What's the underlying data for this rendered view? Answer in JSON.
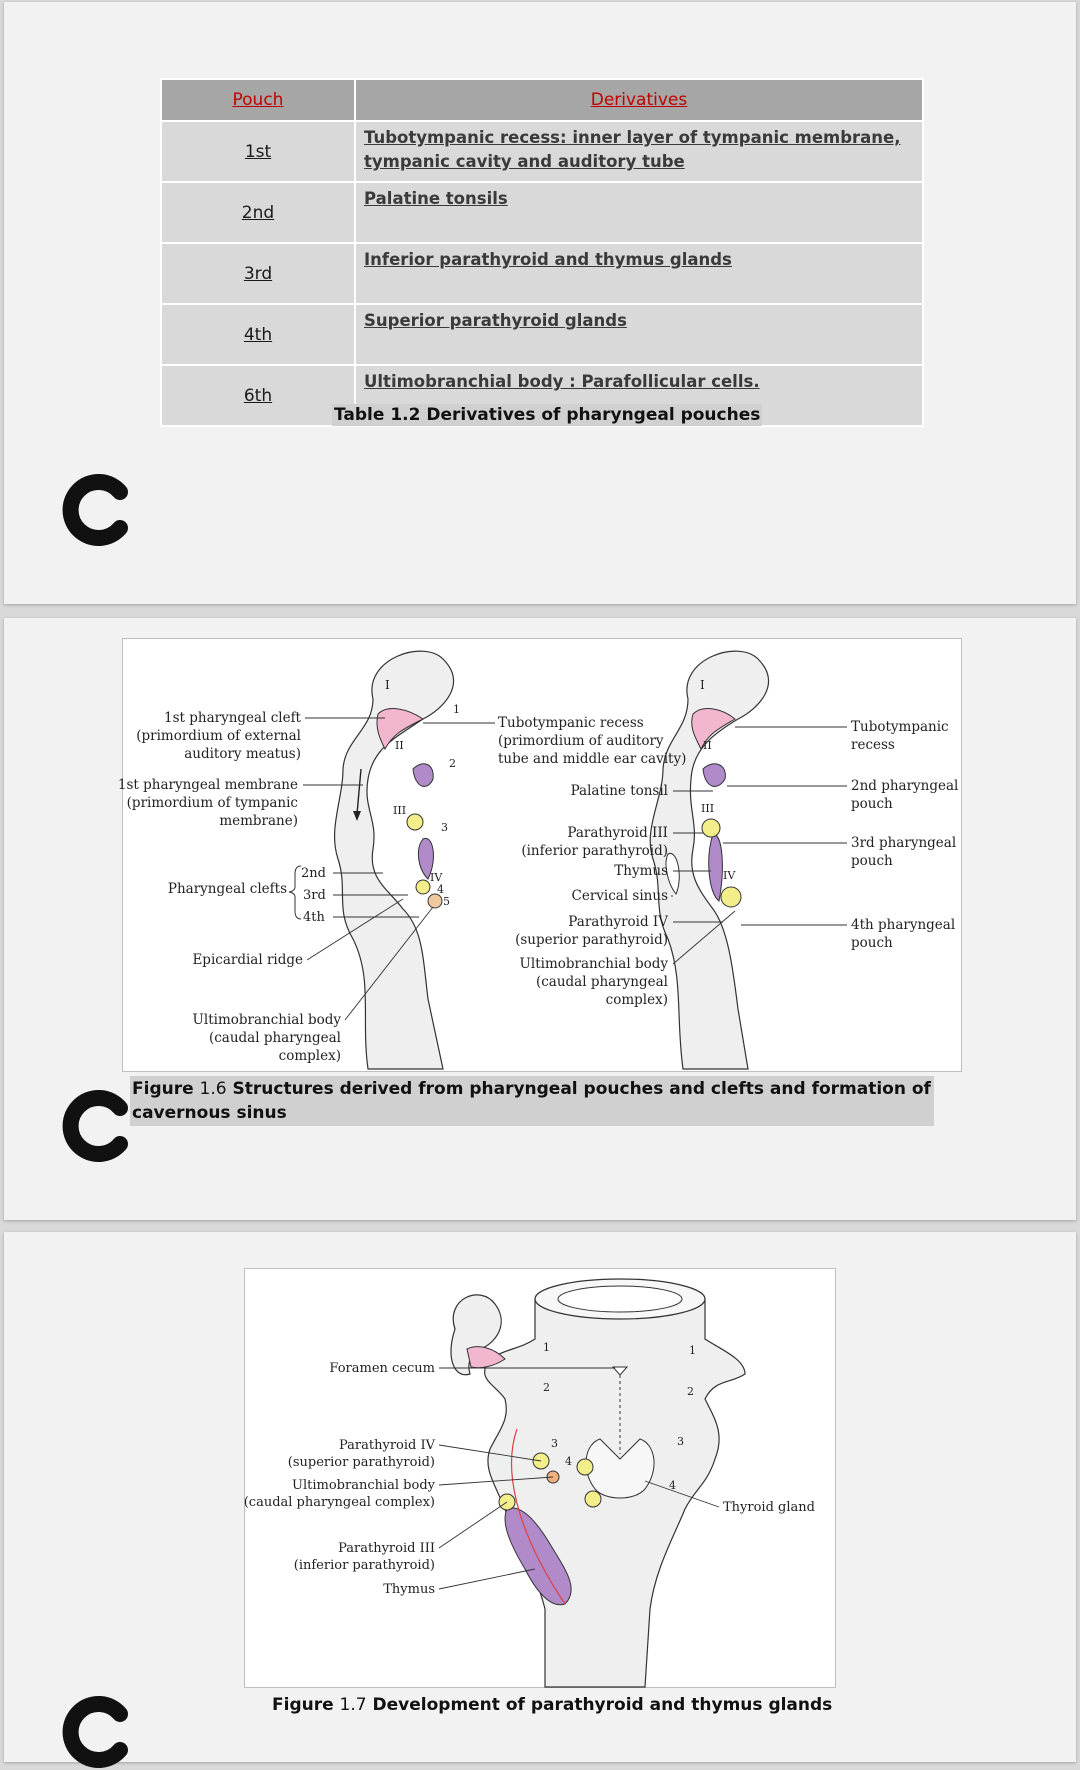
{
  "table": {
    "headers": [
      "Pouch",
      "Derivatives"
    ],
    "rows": [
      {
        "pouch": "1st",
        "derivatives": "Tubotympanic recess: inner layer of tympanic membrane, tympanic cavity and auditory tube"
      },
      {
        "pouch": "2nd",
        "derivatives": "Palatine tonsils"
      },
      {
        "pouch": "3rd",
        "derivatives": "Inferior parathyroid and thymus glands"
      },
      {
        "pouch": "4th",
        "derivatives": "Superior parathyroid glands"
      },
      {
        "pouch": "6th",
        "derivatives": "Ultimobranchial body : Parafollicular cells."
      }
    ],
    "caption": "Table 1.2 Derivatives of pharyngeal pouches"
  },
  "figure16": {
    "caption_prefix": "Figure",
    "caption_number": "1.6",
    "caption_text": "Structures derived from pharyngeal pouches and clefts and formation of cavernous sinus",
    "left_labels": {
      "cleft1_a": "1st pharyngeal cleft",
      "cleft1_b": "(primordium of external",
      "cleft1_c": "auditory meatus)",
      "membrane_a": "1st pharyngeal membrane",
      "membrane_b": "(primordium of tympanic",
      "membrane_c": "membrane)",
      "clefts": "Pharyngeal clefts",
      "c2": "2nd",
      "c3": "3rd",
      "c4": "4th",
      "epicardial": "Epicardial ridge",
      "ub_a": "Ultimobranchial body",
      "ub_b": "(caudal pharyngeal",
      "ub_c": "complex)"
    },
    "middle_labels": {
      "tubo_a": "Tubotympanic recess",
      "tubo_b": "(primordium of auditory",
      "tubo_c": "tube and middle ear cavity)",
      "palatine": "Palatine tonsil",
      "para3_a": "Parathyroid III",
      "para3_b": "(inferior parathyroid)",
      "thymus": "Thymus",
      "cervical": "Cervical sinus",
      "para4_a": "Parathyroid IV",
      "para4_b": "(superior parathyroid)",
      "ub_a": "Ultimobranchial body",
      "ub_b": "(caudal pharyngeal",
      "ub_c": "complex)"
    },
    "right_labels": {
      "tubo_a": "Tubotympanic",
      "tubo_b": "recess",
      "p2_a": "2nd pharyngeal",
      "p2_b": "pouch",
      "p3_a": "3rd pharyngeal",
      "p3_b": "pouch",
      "p4_a": "4th pharyngeal",
      "p4_b": "pouch"
    },
    "arch_numerals": {
      "i": "I",
      "ii": "II",
      "iii": "III",
      "iv": "IV"
    },
    "pouch_numbers": {
      "n1": "1",
      "n2": "2",
      "n3": "3",
      "n4": "4",
      "n5": "5"
    }
  },
  "figure17": {
    "caption_prefix": "Figure",
    "caption_number": "1.7",
    "caption_text": "Development of parathyroid and thymus glands",
    "labels": {
      "foramen": "Foramen cecum",
      "para4_a": "Parathyroid IV",
      "para4_b": "(superior parathyroid)",
      "ub_a": "Ultimobranchial body",
      "ub_b": "(caudal pharyngeal complex)",
      "para3_a": "Parathyroid III",
      "para3_b": "(inferior parathyroid)",
      "thymus": "Thymus",
      "thyroid": "Thyroid gland"
    },
    "pouch_numbers": {
      "n1": "1",
      "n2": "2",
      "n3": "3",
      "n4": "4"
    }
  },
  "colors": {
    "header_bg": "#a6a6a6",
    "header_text": "#c00000",
    "cell_bg": "#d9d9d9",
    "pink": "#f3b6cf",
    "yellow": "#f4ee8a",
    "purple": "#b08ac9",
    "page_bg": "#f2f2f2"
  }
}
